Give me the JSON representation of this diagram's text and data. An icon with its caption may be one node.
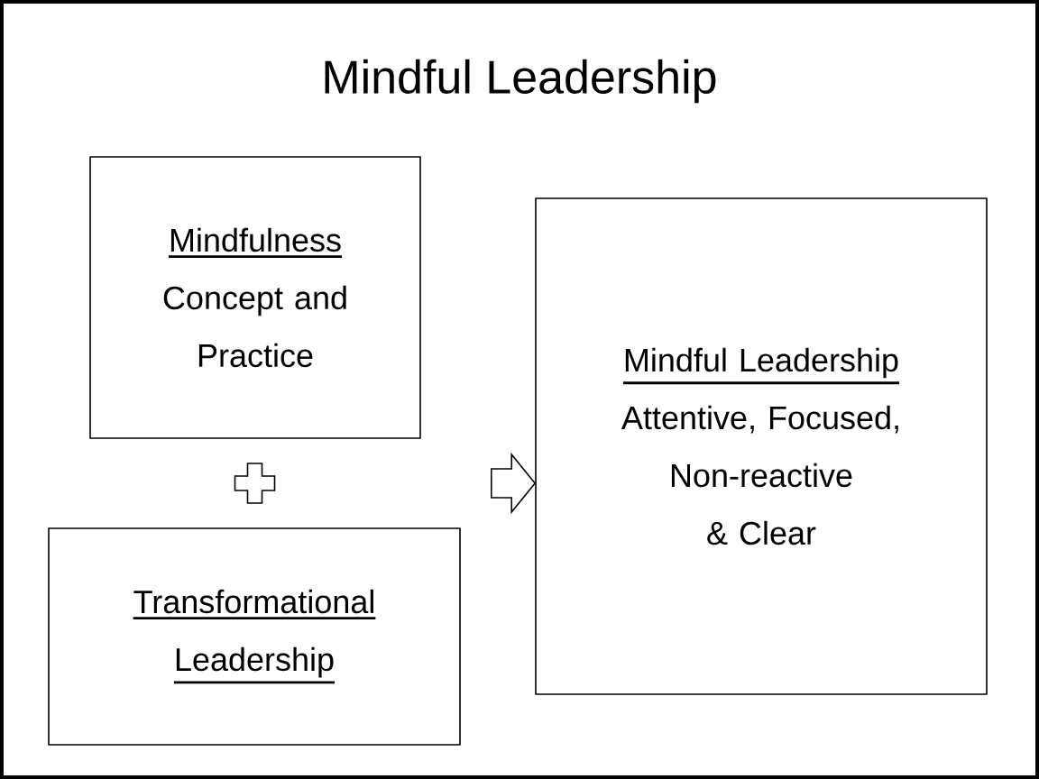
{
  "diagram": {
    "title": "Mindful Leadership",
    "nodes": [
      {
        "text": [
          "Mindfulness",
          "Concept and Practice"
        ]
      },
      {
        "text": [
          "Transformational Leadership"
        ]
      },
      {
        "text": [
          "Mindful Leadership",
          "Attentive, Focused, Non-reactive & Clear"
        ]
      }
    ],
    "edges": [
      {
        "from": 0,
        "to": 2,
        "arrow": "to"
      },
      {
        "from": 1,
        "to": 2,
        "arrow": "to"
      }
    ]
  }
}
